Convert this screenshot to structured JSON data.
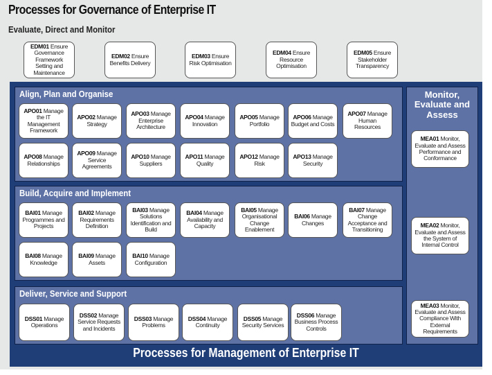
{
  "title": "Processes for Governance of Enterprise IT",
  "edm": {
    "title": "Evaluate, Direct and Monitor",
    "items": [
      {
        "code": "EDM01",
        "label": "Ensure Governance Framework Setting and Maintenance"
      },
      {
        "code": "EDM02",
        "label": "Ensure Benefits Delivery"
      },
      {
        "code": "EDM03",
        "label": "Ensure Risk Optimisation"
      },
      {
        "code": "EDM04",
        "label": "Ensure Resource Optimisation"
      },
      {
        "code": "EDM05",
        "label": "Ensure Stakeholder Transparency"
      }
    ]
  },
  "apo": {
    "title": "Align, Plan and Organise",
    "items": [
      {
        "code": "APO01",
        "label": "Manage the IT Management Framework"
      },
      {
        "code": "APO02",
        "label": "Manage Strategy"
      },
      {
        "code": "APO03",
        "label": "Manage Enterprise Architecture"
      },
      {
        "code": "APO04",
        "label": "Manage Innovation"
      },
      {
        "code": "APO05",
        "label": "Manage Portfolio"
      },
      {
        "code": "APO06",
        "label": "Manage Budget and Costs"
      },
      {
        "code": "APO07",
        "label": "Manage Human Resources"
      },
      {
        "code": "APO08",
        "label": "Manage Relationships"
      },
      {
        "code": "APO09",
        "label": "Manage Service Agreements"
      },
      {
        "code": "APO10",
        "label": "Manage Suppliers"
      },
      {
        "code": "APO11",
        "label": "Manage Quality"
      },
      {
        "code": "APO12",
        "label": "Manage Risk"
      },
      {
        "code": "APO13",
        "label": "Manage Security"
      }
    ]
  },
  "bai": {
    "title": "Build, Acquire and Implement",
    "items": [
      {
        "code": "BAI01",
        "label": "Manage Programmes and Projects"
      },
      {
        "code": "BAI02",
        "label": "Manage Requirements Definition"
      },
      {
        "code": "BAI03",
        "label": "Manage Solutions Identification and Build"
      },
      {
        "code": "BAI04",
        "label": "Manage Availability and Capacity"
      },
      {
        "code": "BAI05",
        "label": "Manage Organisational Change Enablement"
      },
      {
        "code": "BAI06",
        "label": "Manage Changes"
      },
      {
        "code": "BAI07",
        "label": "Manage Change Acceptance and Transitioning"
      },
      {
        "code": "BAI08",
        "label": "Manage Knowledge"
      },
      {
        "code": "BAI09",
        "label": "Manage Assets"
      },
      {
        "code": "BAI10",
        "label": "Manage Configuration"
      }
    ]
  },
  "dss": {
    "title": "Deliver, Service and Support",
    "items": [
      {
        "code": "DSS01",
        "label": "Manage Operations"
      },
      {
        "code": "DSS02",
        "label": "Manage Service Requests and Incidents"
      },
      {
        "code": "DSS03",
        "label": "Manage Problems"
      },
      {
        "code": "DSS04",
        "label": "Manage Continuity"
      },
      {
        "code": "DSS05",
        "label": "Manage Security Services"
      },
      {
        "code": "DSS06",
        "label": "Manage Business Process Controls"
      }
    ]
  },
  "mea": {
    "title": "Monitor, Evaluate and Assess",
    "items": [
      {
        "code": "MEA01",
        "label": "Monitor, Evaluate and Assess Performance and Conformance"
      },
      {
        "code": "MEA02",
        "label": "Monitor, Evaluate and Assess the System of Internal Control"
      },
      {
        "code": "MEA03",
        "label": "Monitor, Evaluate and Assess Compliance With External Requirements"
      }
    ]
  },
  "footer": "Processes for Management of Enterprise IT"
}
